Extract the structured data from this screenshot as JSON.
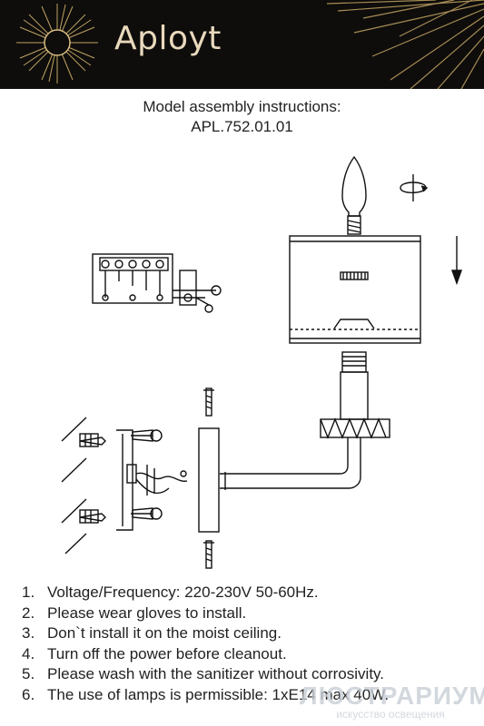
{
  "header": {
    "brand": "Aployt",
    "logo_icon": "sunburst-logo-icon",
    "background": "#0e0d0b",
    "accent": "#e9d9bd"
  },
  "document": {
    "title_line1": "Model assembly instructions:",
    "title_line2": "APL.752.01.01"
  },
  "diagram": {
    "icons": [
      "candle-bulb-icon",
      "rotate-icon",
      "down-arrow-icon",
      "wiring-diagram-icon",
      "screw-icon",
      "dowel-icon",
      "wall-bracket-icon",
      "sconce-arm-icon"
    ]
  },
  "notes": [
    {
      "num": "1.",
      "text": "Voltage/Frequency: 220-230V 50-60Hz."
    },
    {
      "num": "2.",
      "text": "Please wear gloves to install."
    },
    {
      "num": "3.",
      "text": "Don`t install it on the moist ceiling."
    },
    {
      "num": "4.",
      "text": "Turn off the power before cleanout."
    },
    {
      "num": "5.",
      "text": "Please wash with the sanitizer without corrosivity."
    },
    {
      "num": "6.",
      "text": "The use of lamps is permissible: 1xE14 max 40W."
    }
  ],
  "watermark": {
    "main": "ЛЮСТРАРИУМ",
    "sub": "искусство освещения"
  }
}
